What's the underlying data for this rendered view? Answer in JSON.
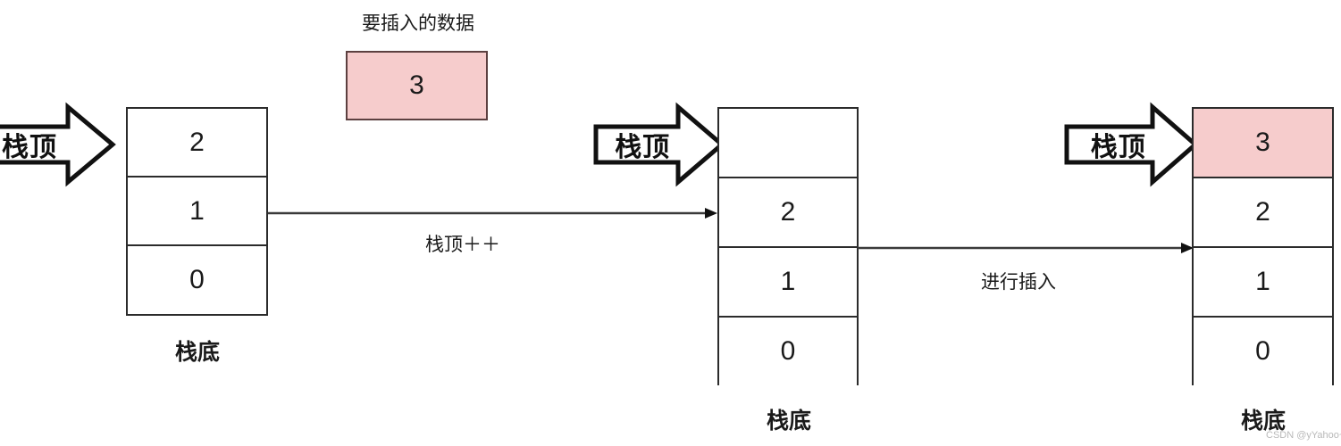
{
  "diagram": {
    "title_note": "要插入的数据",
    "insert_value": "3",
    "pointer_label": "栈顶",
    "bottom_label": "栈底",
    "transition_labels": {
      "step1": "栈顶＋＋",
      "step2": "进行插入"
    },
    "watermark": "CSDN @yYahoo~",
    "colors": {
      "highlight": "#f6cccc",
      "highlight_border": "#5c4040",
      "stroke": "#2b2b2b",
      "text": "#1a1a1a"
    }
  },
  "stacks": [
    {
      "name": "stack-before",
      "cells": [
        {
          "value": "2",
          "highlight": false,
          "empty": false
        },
        {
          "value": "1",
          "highlight": false,
          "empty": false
        },
        {
          "value": "0",
          "highlight": false,
          "empty": false
        }
      ]
    },
    {
      "name": "stack-after-increment",
      "cells": [
        {
          "value": "",
          "highlight": false,
          "empty": true
        },
        {
          "value": "2",
          "highlight": false,
          "empty": false
        },
        {
          "value": "1",
          "highlight": false,
          "empty": false
        },
        {
          "value": "0",
          "highlight": false,
          "empty": false
        }
      ]
    },
    {
      "name": "stack-after-insert",
      "cells": [
        {
          "value": "3",
          "highlight": true,
          "empty": false
        },
        {
          "value": "2",
          "highlight": false,
          "empty": false
        },
        {
          "value": "1",
          "highlight": false,
          "empty": false
        },
        {
          "value": "0",
          "highlight": false,
          "empty": false
        }
      ]
    }
  ]
}
